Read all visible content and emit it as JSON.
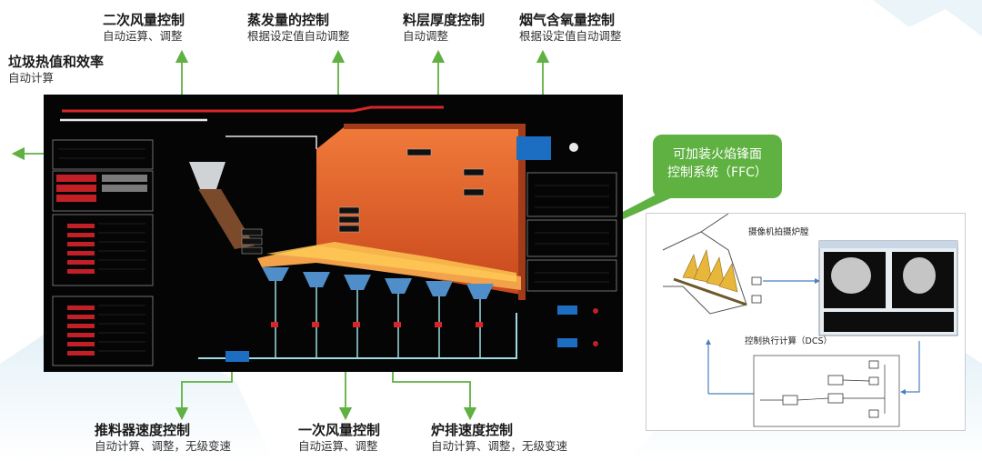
{
  "labels": {
    "secondary_air": {
      "title": "二次风量控制",
      "sub": "自动运算、调整"
    },
    "steam": {
      "title": "蒸发量的控制",
      "sub": "根据设定值自动调整"
    },
    "layer": {
      "title": "料层厚度控制",
      "sub": "自动调整"
    },
    "oxygen": {
      "title": "烟气含氧量控制",
      "sub": "根据设定值自动调整"
    },
    "heat": {
      "title": "垃圾热值和效率",
      "sub": "自动计算"
    },
    "pusher": {
      "title": "推料器速度控制",
      "sub": "自动计算、调整，无级变速"
    },
    "primary_air": {
      "title": "一次风量控制",
      "sub": "自动运算、调整"
    },
    "grate": {
      "title": "炉排速度控制",
      "sub": "自动计算、调整，无级变速"
    }
  },
  "ffc": {
    "line1": "可加装火焰锋面",
    "line2": "控制系统（FFC）"
  },
  "panel": {
    "camera": "摄像机拍摄炉膛",
    "dcs": "控制执行计算（DCS）"
  },
  "colors": {
    "accent_green": "#5fb141",
    "scada_bg": "#050505",
    "furnace": "#e0632a"
  }
}
